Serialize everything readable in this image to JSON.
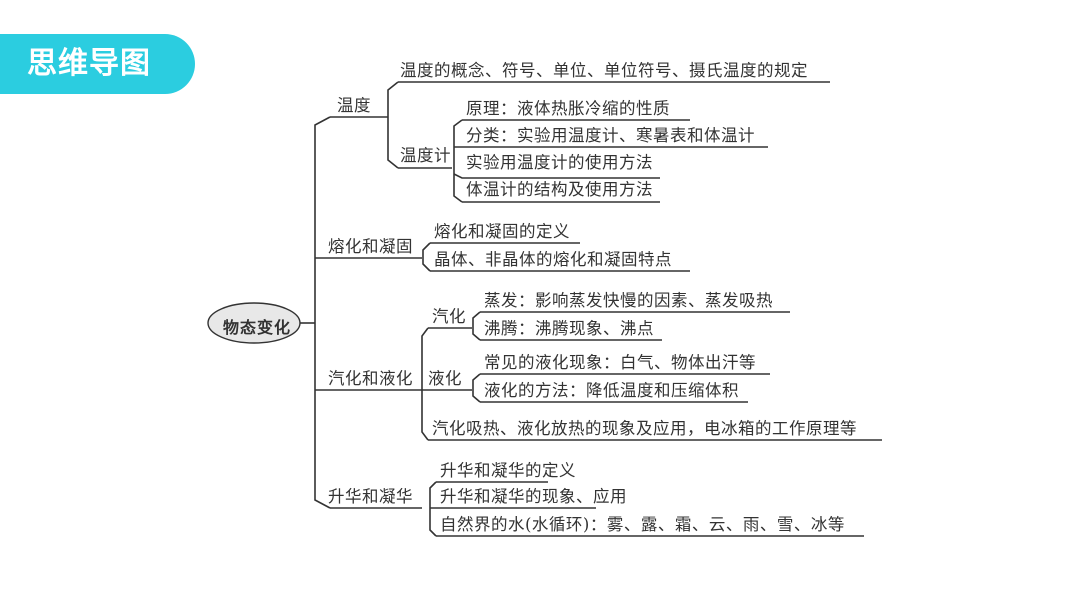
{
  "header": {
    "title": "思维导图",
    "accent_color": "#2bcde0"
  },
  "mindmap": {
    "root": "物态变化",
    "branches": [
      {
        "label": "温度",
        "children": [
          {
            "label": "温度的概念、符号、单位、单位符号、摄氏温度的规定"
          },
          {
            "label": "温度计",
            "children": [
              {
                "label": "原理：液体热胀冷缩的性质"
              },
              {
                "label": "分类：实验用温度计、寒暑表和体温计"
              },
              {
                "label": "实验用温度计的使用方法"
              },
              {
                "label": "体温计的结构及使用方法"
              }
            ]
          }
        ]
      },
      {
        "label": "熔化和凝固",
        "children": [
          {
            "label": "熔化和凝固的定义"
          },
          {
            "label": "晶体、非晶体的熔化和凝固特点"
          }
        ]
      },
      {
        "label": "汽化和液化",
        "children": [
          {
            "label": "汽化",
            "children": [
              {
                "label": "蒸发：影响蒸发快慢的因素、蒸发吸热"
              },
              {
                "label": "沸腾：沸腾现象、沸点"
              }
            ]
          },
          {
            "label": "液化",
            "children": [
              {
                "label": "常见的液化现象：白气、物体出汗等"
              },
              {
                "label": "液化的方法：降低温度和压缩体积"
              }
            ]
          },
          {
            "label": "汽化吸热、液化放热的现象及应用，电冰箱的工作原理等"
          }
        ]
      },
      {
        "label": "升华和凝华",
        "children": [
          {
            "label": "升华和凝华的定义"
          },
          {
            "label": "升华和凝华的现象、应用"
          },
          {
            "label": "自然界的水(水循环)：雾、露、霜、云、雨、雪、冰等"
          }
        ]
      }
    ]
  }
}
